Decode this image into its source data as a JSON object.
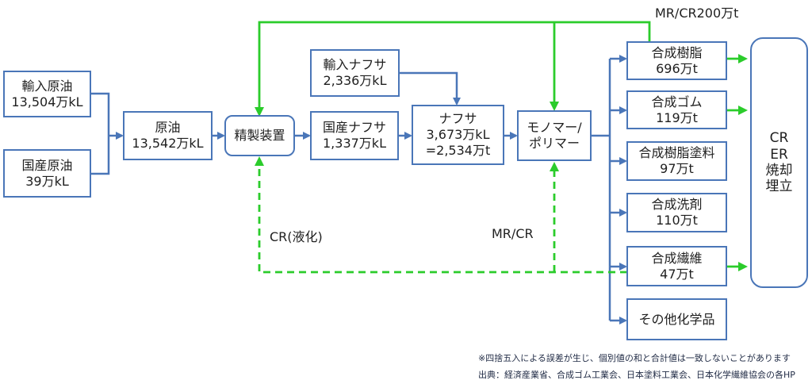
{
  "boxes": {
    "import_crude": {
      "title": "輸入原油",
      "value": "13,504万kL"
    },
    "domestic_crude": {
      "title": "国産原油",
      "value": "39万kL"
    },
    "crude": {
      "title": "原油",
      "value": "13,542万kL"
    },
    "refinery": {
      "title": "精製装置"
    },
    "import_naphtha": {
      "title": "輸入ナフサ",
      "value": "2,336万kL"
    },
    "domestic_naphtha": {
      "title": "国産ナフサ",
      "value": "1,337万kL"
    },
    "naphtha": {
      "title": "ナフサ",
      "value": "3,673万kL",
      "value2": "=2,534万t"
    },
    "monomer": {
      "title": "モノマー/",
      "title2": "ポリマー"
    },
    "products": [
      {
        "title": "合成樹脂",
        "value": "696万t"
      },
      {
        "title": "合成ゴム",
        "value": "119万t"
      },
      {
        "title": "合成樹脂塗料",
        "value": "97万t"
      },
      {
        "title": "合成洗剤",
        "value": "110万t"
      },
      {
        "title": "合成繊維",
        "value": "47万t"
      },
      {
        "title": "その他化学品",
        "value": ""
      }
    ],
    "disposal": {
      "lines": [
        "CR",
        "ER",
        "焼却",
        "埋立"
      ]
    }
  },
  "labels": {
    "mr_cr_top": "MR/CR200万t",
    "cr_liquefaction": "CR(液化)",
    "mr_cr_mid": "MR/CR"
  },
  "notes": {
    "rounding": "※四捨五入による誤差が生じ、個別値の和と合計値は一致しないことがあります",
    "source": "出典：経済産業省、合成ゴム工業会、日本塗料工業会、日本化学繊維協会の各HP"
  },
  "colors": {
    "box_border": "#4a76b8",
    "flow_arrow": "#4a76b8",
    "recycle_arrow": "#2bcc2b"
  }
}
